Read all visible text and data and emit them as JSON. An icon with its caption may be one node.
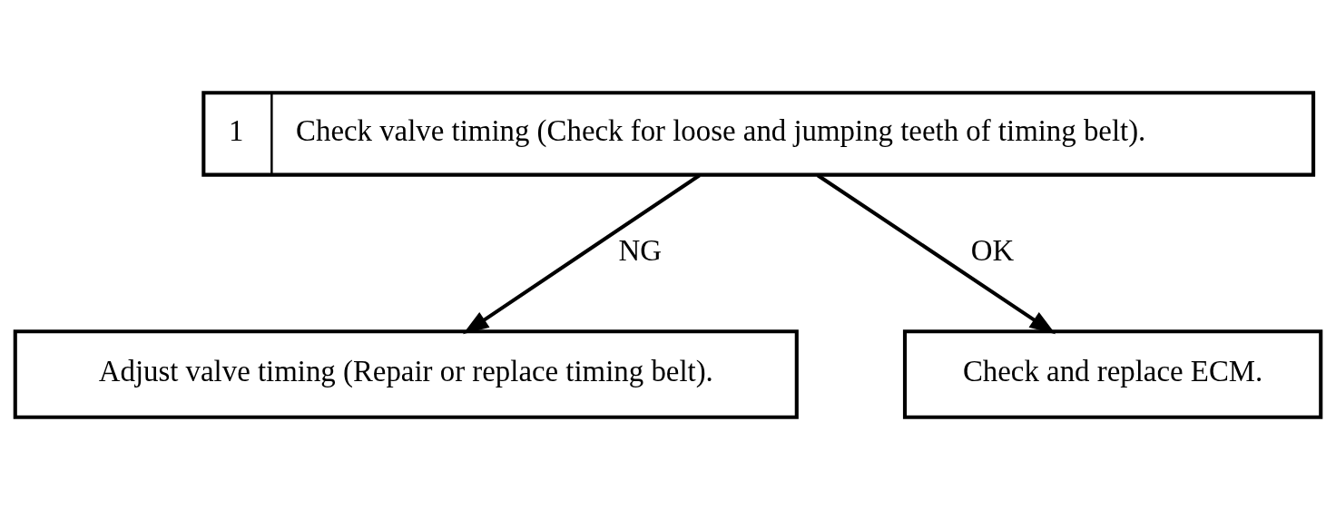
{
  "diagram": {
    "nodes": [
      {
        "text": [
          "1",
          "Check valve timing (Check for loose and jumping teeth of timing belt)."
        ]
      },
      {
        "text": [
          "Adjust valve timing (Repair or replace timing belt)."
        ]
      },
      {
        "text": [
          "Check and replace ECM."
        ]
      }
    ],
    "edges": [
      {
        "from": 0,
        "to": 1,
        "arrow": "to",
        "label": "NG"
      },
      {
        "from": 0,
        "to": 2,
        "arrow": "to",
        "label": "OK"
      }
    ]
  }
}
